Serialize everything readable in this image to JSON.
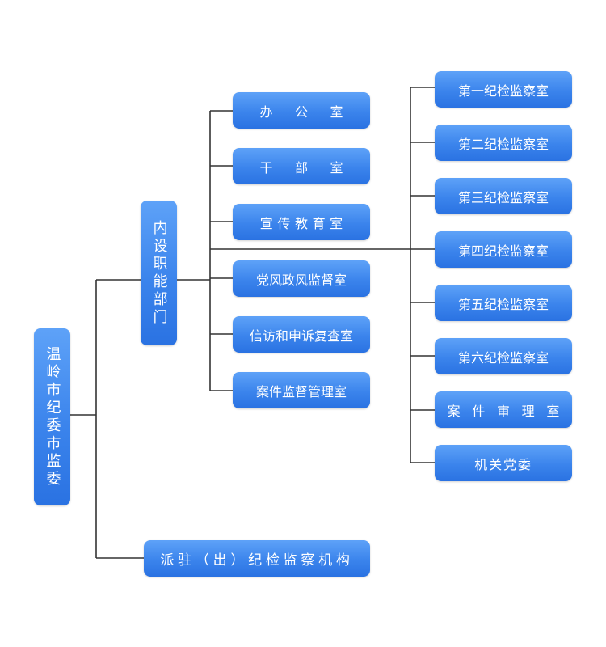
{
  "root": {
    "label": "温岭市纪委市监委"
  },
  "internal": {
    "label": "内设职能部门",
    "departments": [
      "办 公 室",
      "干 部 室",
      "宣传教育室",
      "党风政风监督室",
      "信访和申诉复查室",
      "案件监督管理室"
    ],
    "offices": [
      "第一纪检监察室",
      "第二纪检监察室",
      "第三纪检监察室",
      "第四纪检监察室",
      "第五纪检监察室",
      "第六纪检监察室",
      "案 件 审 理 室",
      "机关党委"
    ]
  },
  "dispatched": {
    "label": "派驻（出）纪检监察机构"
  },
  "colors": {
    "node_top": "#5ea2f8",
    "node_bottom": "#2a72e2",
    "line": "#333333",
    "text": "#ffffff"
  }
}
